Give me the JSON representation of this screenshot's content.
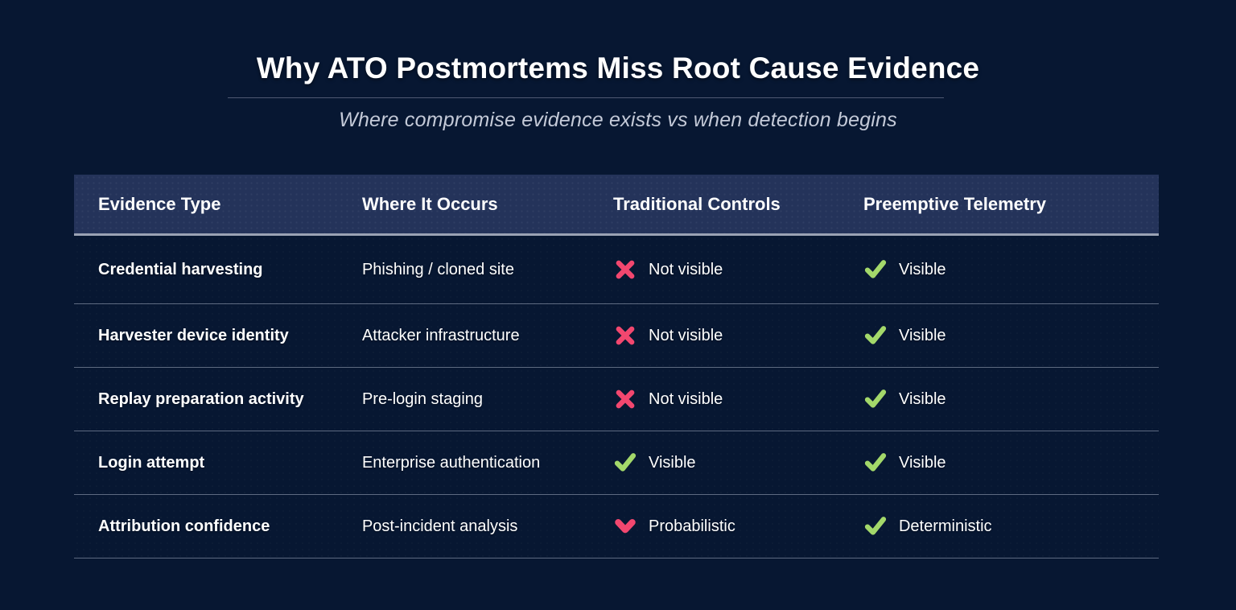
{
  "title": "Why ATO Postmortems Miss Root Cause Evidence",
  "subtitle": "Where compromise evidence exists vs when detection begins",
  "colors": {
    "background": "#071732",
    "header_bg": "#24335a",
    "row_divider": "#98a1b5",
    "title_text": "#ffffff",
    "subtitle_text": "#c4cad8",
    "body_text": "#ffffff",
    "negative": "#f2476f",
    "positive": "#a3d86a"
  },
  "chart_data": {
    "type": "table",
    "title": "Why ATO Postmortems Miss Root Cause Evidence",
    "subtitle": "Where compromise evidence exists vs when detection begins",
    "columns": [
      "Evidence Type",
      "Where It Occurs",
      "Traditional Controls",
      "Preemptive Telemetry"
    ],
    "rows": [
      {
        "evidence_type": "Credential harvesting",
        "where_it_occurs": "Phishing / cloned site",
        "traditional_controls": {
          "icon": "x-icon",
          "label": "Not visible"
        },
        "preemptive_telemetry": {
          "icon": "check-icon",
          "label": "Visible"
        }
      },
      {
        "evidence_type": "Harvester device identity",
        "where_it_occurs": "Attacker infrastructure",
        "traditional_controls": {
          "icon": "x-icon",
          "label": "Not visible"
        },
        "preemptive_telemetry": {
          "icon": "check-icon",
          "label": "Visible"
        }
      },
      {
        "evidence_type": "Replay preparation activity",
        "where_it_occurs": "Pre-login staging",
        "traditional_controls": {
          "icon": "x-icon",
          "label": "Not visible"
        },
        "preemptive_telemetry": {
          "icon": "check-icon",
          "label": "Visible"
        }
      },
      {
        "evidence_type": "Login attempt",
        "where_it_occurs": "Enterprise authentication",
        "traditional_controls": {
          "icon": "check-icon",
          "label": "Visible"
        },
        "preemptive_telemetry": {
          "icon": "check-icon",
          "label": "Visible"
        }
      },
      {
        "evidence_type": "Attribution confidence",
        "where_it_occurs": "Post-incident analysis",
        "traditional_controls": {
          "icon": "chevron-down-icon",
          "label": "Probabilistic"
        },
        "preemptive_telemetry": {
          "icon": "check-icon",
          "label": "Deterministic"
        }
      }
    ]
  }
}
